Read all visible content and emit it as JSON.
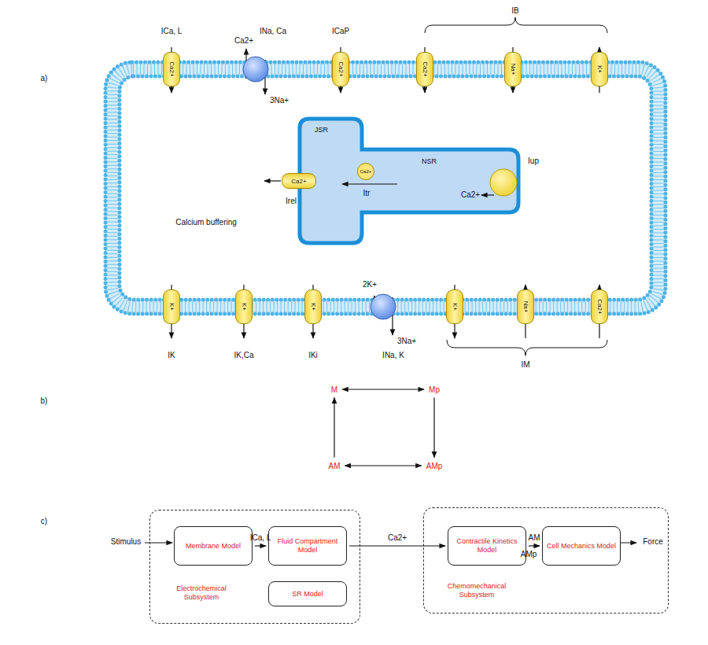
{
  "diagram": {
    "nodes": [
      {
        "text": [
          "JSR",
          "NSR"
        ]
      },
      {
        "text": [
          "Ca2+"
        ],
        "in": 0
      },
      {
        "text": [
          "Ca2+"
        ],
        "in": 0
      },
      {
        "text": [
          "Ca2+"
        ]
      },
      {
        "text": [
          "Ca2+"
        ]
      },
      {
        "text": [
          "Ca2+"
        ]
      },
      {
        "text": [
          "Na+"
        ]
      },
      {
        "text": [
          "K+"
        ]
      },
      {
        "text": [
          "K+"
        ]
      },
      {
        "text": [
          "K+"
        ]
      },
      {
        "text": [
          "K+"
        ]
      },
      {
        "text": [
          "K+"
        ]
      },
      {
        "text": [
          "Na+"
        ]
      },
      {
        "text": [
          "Ca2+"
        ]
      },
      {
        "text": [
          "M"
        ]
      },
      {
        "text": [
          "Mp"
        ]
      },
      {
        "text": [
          "AM"
        ]
      },
      {
        "text": [
          "AMp"
        ]
      },
      {
        "text": [
          "Electrochemical Subsystem"
        ]
      },
      {
        "text": [
          "Membrane Model"
        ],
        "in": 18
      },
      {
        "text": [
          "Fluid Compartment Model"
        ],
        "in": 18
      },
      {
        "text": [
          "SR Model"
        ],
        "in": 18
      },
      {
        "text": [
          "Chemomechanical Subsystem"
        ]
      },
      {
        "text": [
          "Contractile Kinetics Model"
        ],
        "in": 22
      },
      {
        "text": [
          "Cell Mechanics Model"
        ],
        "in": 22
      }
    ],
    "edges": [
      {
        "from": 14,
        "to": 15,
        "arrow": "both"
      },
      {
        "from": 16,
        "to": 17,
        "arrow": "both"
      },
      {
        "from": 16,
        "to": 14,
        "arrow": "to"
      },
      {
        "from": 15,
        "to": 17,
        "arrow": "to"
      },
      {
        "from": 19,
        "to": 20,
        "arrow": "to",
        "label": "ICa, L"
      },
      {
        "from": 20,
        "to": 23,
        "arrow": "to",
        "label": "Ca2+"
      },
      {
        "from": 23,
        "to": 24,
        "arrow": "to",
        "label": "AM"
      }
    ],
    "labels": [
      "a)",
      "ICa, L",
      "INa, Ca",
      "Ca2+",
      "3Na+",
      "ICaP",
      "IB",
      "Irel",
      "Itr",
      "Iup",
      "Ca2+",
      "Calcium buffering",
      "2K+",
      "IK",
      "IK,Ca",
      "IKi",
      "3Na+",
      "INa, K",
      "IM",
      "b)",
      "c)",
      "Stimulus",
      "Force",
      "AMp"
    ]
  }
}
